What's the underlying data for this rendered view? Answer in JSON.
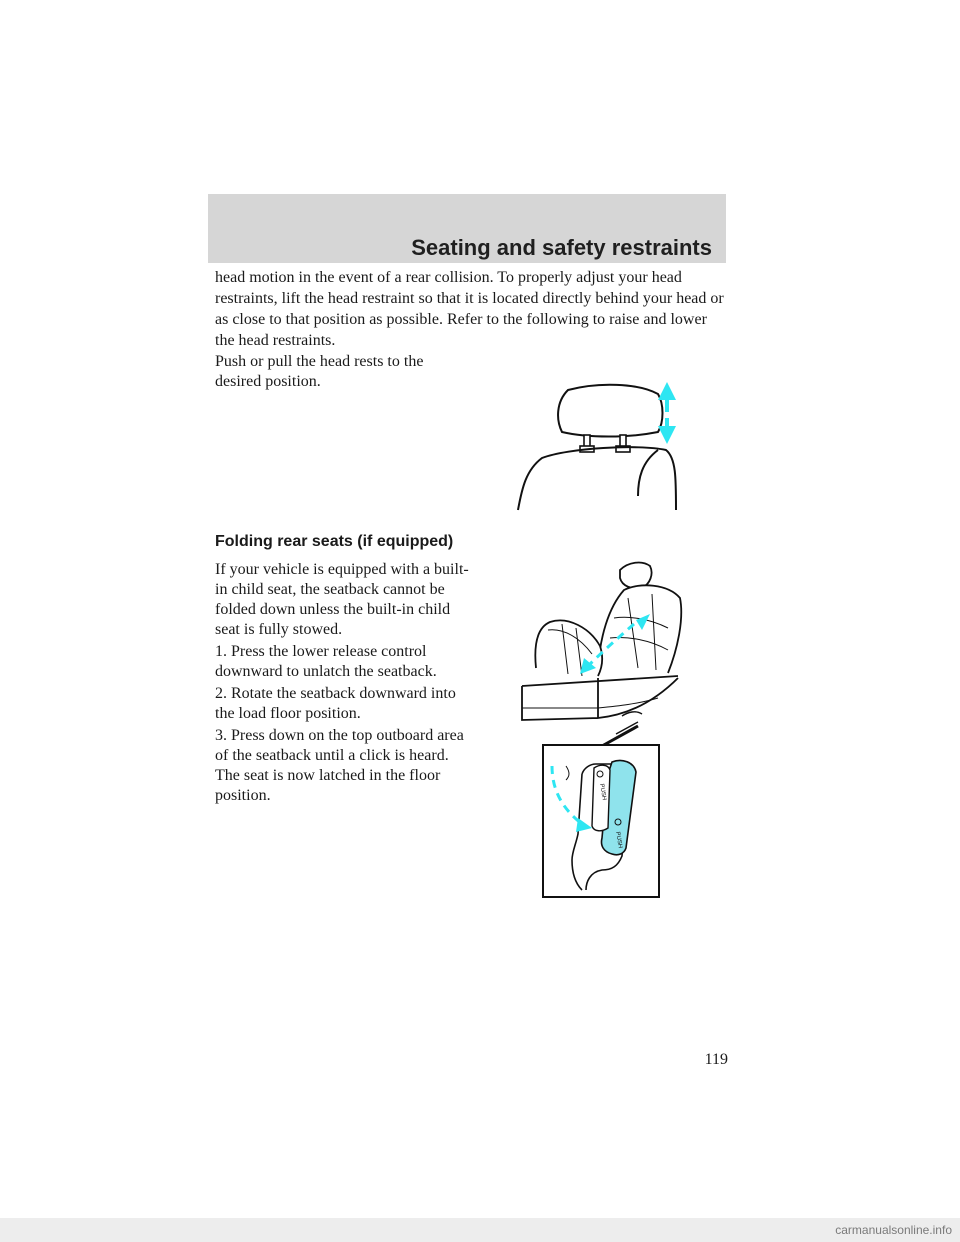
{
  "header": {
    "section_title": "Seating and safety restraints"
  },
  "body": {
    "intro_paragraph": "head motion in the event of a rear collision. To properly adjust your head restraints, lift the head restraint so that it is located directly behind your head or as close to that position as possible. Refer to the following to raise and lower the head restraints.",
    "head_rest_instruction": "Push or pull the head rests to the desired position.",
    "folding_heading": "Folding rear seats (if equipped)",
    "child_seat_note": "If your vehicle is equipped with a built-in child seat, the seatback cannot be folded down unless the built-in child seat is fully stowed.",
    "steps": [
      "1. Press the lower release control downward to unlatch the seatback.",
      "2. Rotate the seatback downward into the load floor position.",
      "3. Press down on the top outboard area of the seatback until a click is heard. The seat is now latched in the floor position."
    ]
  },
  "figures": {
    "release_label_top": "PUSH",
    "release_label_bottom": "PUSH",
    "accent_color": "#2ee6f2",
    "highlight_color": "#8fe3ec"
  },
  "page_number": "119",
  "watermark": "carmanualsonline.info"
}
